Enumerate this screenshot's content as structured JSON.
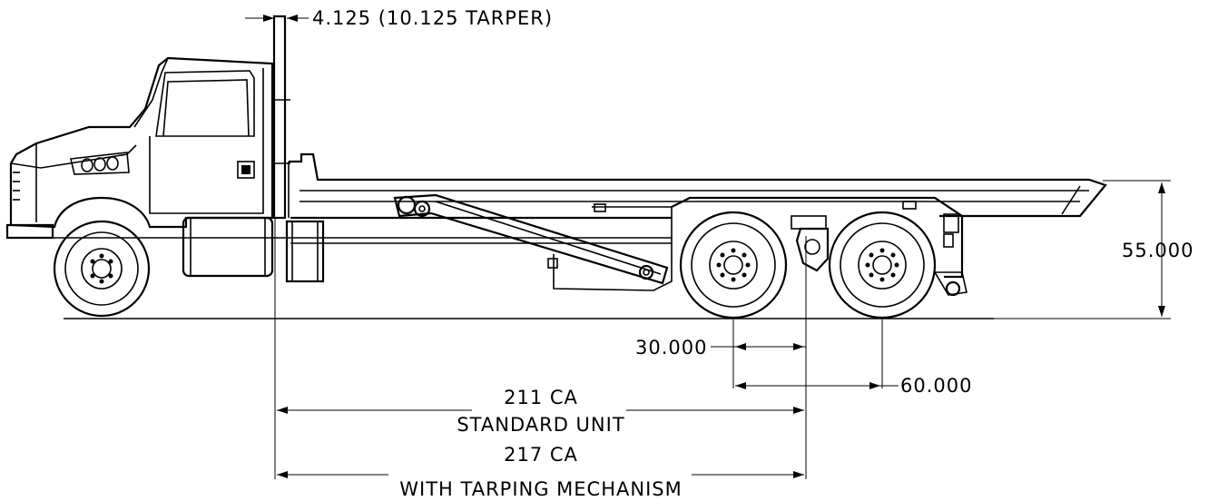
{
  "dimensions": {
    "front_offset": "4.125 (10.125 TARPER)",
    "bed_height": "55.000",
    "tandem_offset": "30.000",
    "tandem_spacing": "60.000",
    "ca_standard_value": "211 CA",
    "ca_standard_label": "STANDARD UNIT",
    "ca_tarping_value": "217 CA",
    "ca_tarping_label": "WITH TARPING MECHANISM"
  }
}
